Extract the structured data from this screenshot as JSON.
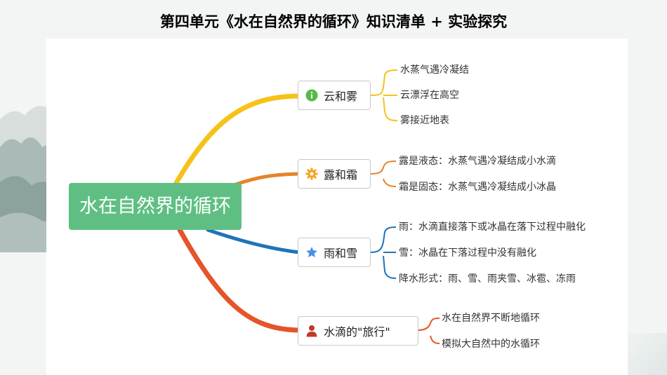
{
  "header": {
    "title": "第四单元《水在自然界的循环》知识清单 + 实验探究"
  },
  "mindmap": {
    "root": "水在自然界的循环",
    "branches": [
      {
        "label": "云和雾",
        "icon": "info-icon",
        "color": "#f6c21a",
        "children": [
          "水蒸气遇冷凝结",
          "云漂浮在高空",
          "雾接近地表"
        ]
      },
      {
        "label": "露和霜",
        "icon": "gear-icon",
        "color": "#e5842a",
        "children": [
          "露是液态：水蒸气遇冷凝结成小水滴",
          "霜是固态：水蒸气遇冷凝结成小冰晶"
        ]
      },
      {
        "label": "雨和雪",
        "icon": "star-icon",
        "color": "#1f74b7",
        "children": [
          "雨：水滴直接落下或冰晶在落下过程中融化",
          "雪：冰晶在下落过程中没有融化",
          "降水形式：雨、雪、雨夹雪、冰雹、冻雨"
        ]
      },
      {
        "label": "水滴的\"旅行\"",
        "icon": "person-icon",
        "color": "#e5542a",
        "children": [
          "水在自然界不断地循环",
          "模拟大自然中的水循环"
        ]
      }
    ]
  }
}
